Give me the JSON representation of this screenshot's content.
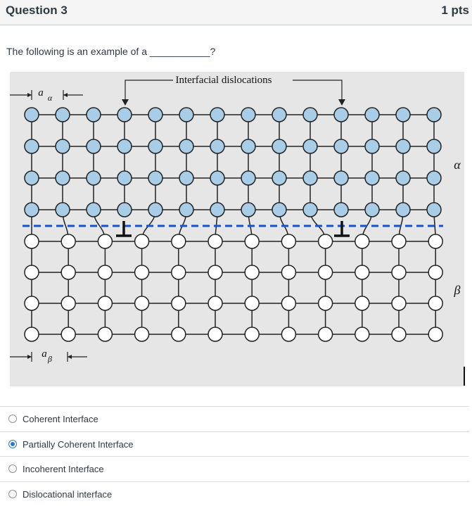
{
  "header": {
    "title": "Question 3",
    "points": "1 pts"
  },
  "question": {
    "prompt": "The following is an example of a ___________?"
  },
  "figure": {
    "top_label": "Interfacial dislocations",
    "phase_alpha": "α",
    "phase_beta": "β",
    "lattice_param_alpha": "a",
    "lattice_param_alpha_sub": "α",
    "lattice_param_beta": "a",
    "lattice_param_beta_sub": "β",
    "colors": {
      "alpha_atom": "#a9cde6",
      "beta_atom": "#ffffff",
      "interface_line": "#1f4fd1",
      "background": "#e6e6e6"
    }
  },
  "answers": [
    {
      "label": "Coherent Interface",
      "selected": false
    },
    {
      "label": "Partially Coherent Interface",
      "selected": true
    },
    {
      "label": "Incoherent Interface",
      "selected": false
    },
    {
      "label": "Dislocational interface",
      "selected": false
    }
  ]
}
